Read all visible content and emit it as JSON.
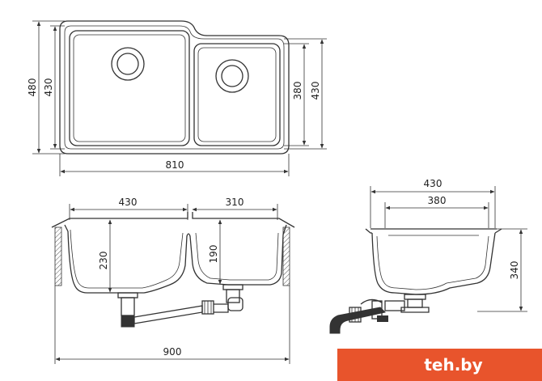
{
  "top_view": {
    "height_outer": "480",
    "height_inner_left": "430",
    "height_inner_right_small": "380",
    "height_right_outer": "430",
    "width_total": "810"
  },
  "front_view": {
    "width_left": "430",
    "width_right": "310",
    "depth_left": "230",
    "depth_right": "190",
    "width_overall": "900"
  },
  "side_view": {
    "width_outer": "430",
    "width_inner": "380",
    "height": "340"
  },
  "brand": {
    "logo_text": "teh.by",
    "colors": {
      "logo_bg": "#e8542c",
      "logo_fg": "#ffffff"
    }
  }
}
